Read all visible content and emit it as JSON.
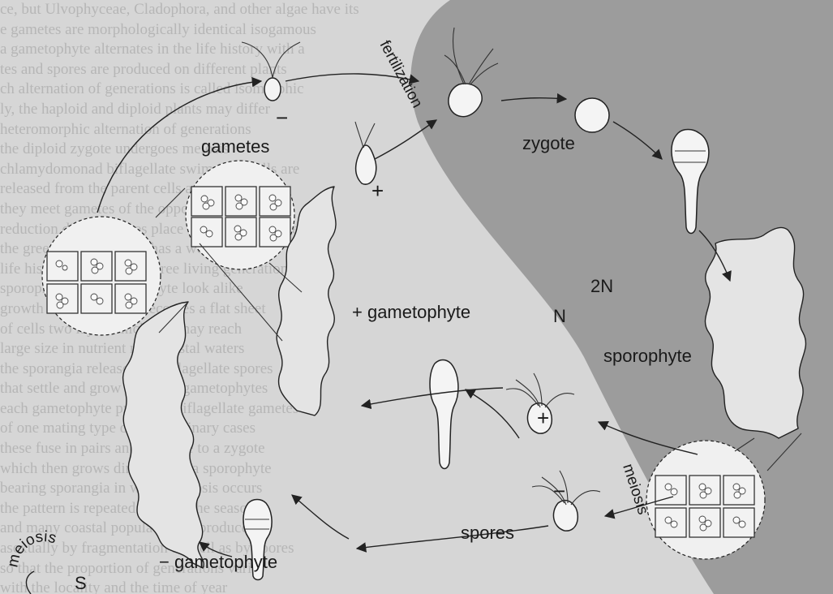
{
  "background_text": [
    "ce, but Ulvophyceae, Cladophora, and other algae have its",
    "e gametes are morphologically identical isogamous",
    "a gametophyte alternates in the life history with a",
    "tes and spores are produced on different plants",
    "ch alternation of generations is called isomorphic",
    "ly, the haploid and diploid plants may differ",
    "heteromorphic alternation of generations",
    "the diploid zygote undergoes meiosis",
    "chlamydomonad biflagellate swimming cells are",
    "released from the parent cells and swim until",
    "they meet gametes of the opposite mating type",
    "reduction division takes place and four zoospores",
    "the green seaweed Ulva has a well known",
    "life history in which two free living generations",
    "sporophyte and gametophyte look alike",
    "growth and the thallus becomes a flat sheet",
    "of cells two layers thick that may reach",
    "large size in nutrient rich coastal waters",
    "the sporangia release quadriflagellate spores",
    "that settle and grow into new gametophytes",
    "each gametophyte produces biflagellate gametes",
    "of one mating type only in ordinary cases",
    "these fuse in pairs and give rise to a zygote",
    "which then grows directly into a sporophyte",
    "bearing sporangia in which meiosis occurs",
    "the pattern is repeated through the seasons",
    "and many coastal populations reproduce",
    "asexually by fragmentation as well as by spores",
    "so that the proportion of generations varies",
    "with the locality and the time of year"
  ],
  "labels": {
    "gametes": "gametes",
    "fertilization": "fertilization",
    "zygote": "zygote",
    "two_n": "2N",
    "n": "N",
    "plus_gametophyte": "+ gametophyte",
    "sporophyte": "sporophyte",
    "spores": "spores",
    "meiosis_right": "meiosis",
    "meiosis_left": "meiosis",
    "minus_gametophyte": "− gametophyte",
    "s": "S",
    "gamete_minus": "−",
    "gamete_plus": "+",
    "spore_plus": "+",
    "spore_minus": "−"
  },
  "colors": {
    "page_background": "#d6d6d6",
    "diploid_region": "#9c9c9c",
    "ink": "#1a1a1a"
  }
}
